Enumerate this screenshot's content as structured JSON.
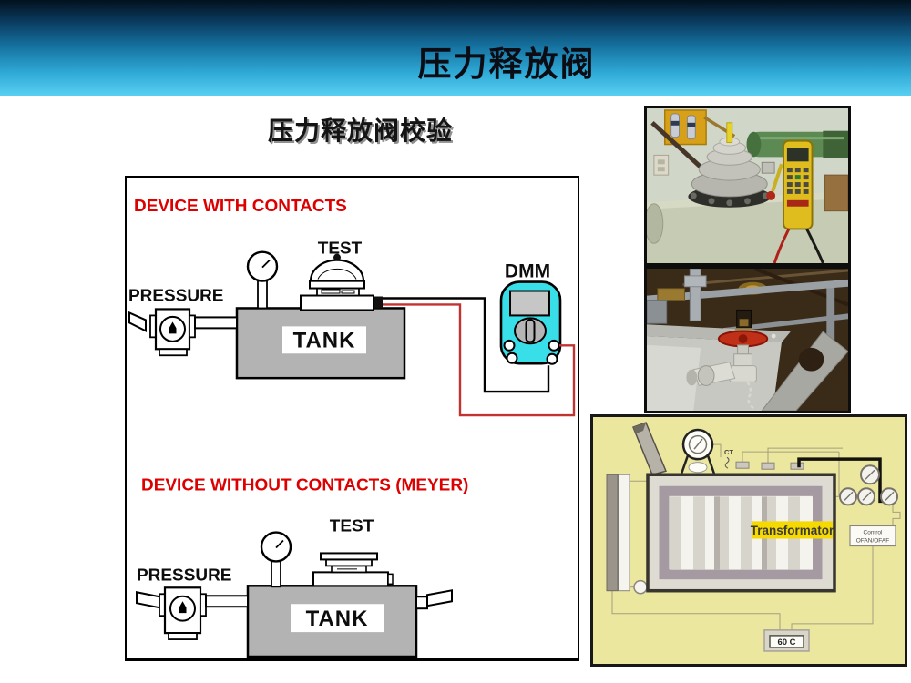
{
  "slide": {
    "title": "压力释放阀",
    "subtitle": "压力释放阀校验"
  },
  "test_diagram": {
    "section1_label": "DEVICE WITH CONTACTS",
    "section2_label": "DEVICE WITHOUT CONTACTS (MEYER)",
    "pressure_label": "PRESSURE",
    "test_label": "TEST",
    "tank_label": "TANK",
    "dmm_label": "DMM"
  },
  "schematic": {
    "ct_label": "CT",
    "transformer_label": "Transformator",
    "control_box_line1": "Control",
    "control_box_line2": "OFAN/OFAF",
    "temperature_label": "60 C"
  },
  "colors": {
    "header_top": "#02111d",
    "header_bottom": "#58cff2",
    "red_text": "#dd0000",
    "wire_red": "#c23230",
    "wire_black": "#000000",
    "dmm_body": "#38dfe8",
    "tank_gray": "#b3b3b3",
    "schematic_bg": "#ece79e",
    "transformer_highlight": "#f5d900"
  }
}
